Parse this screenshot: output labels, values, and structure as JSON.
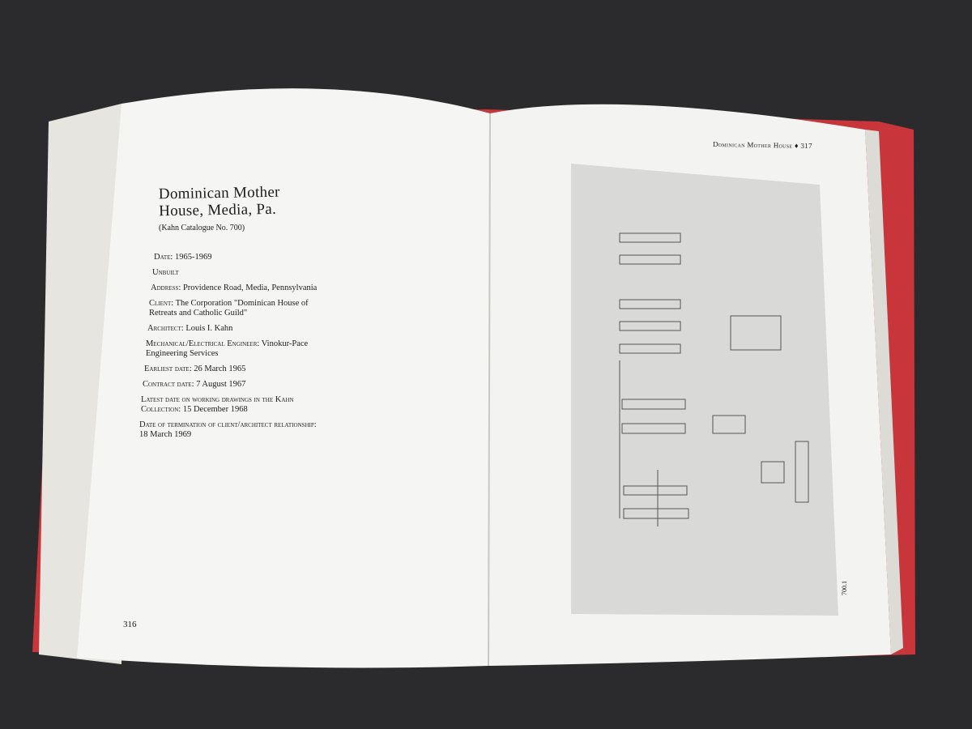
{
  "left_page": {
    "title_line1": "Dominican Mother",
    "title_line2": "House, Media, Pa.",
    "catalogue": "(Kahn Catalogue No. 700)",
    "entries": [
      {
        "label": "Date:",
        "value": " 1965-1969"
      },
      {
        "label": "Unbuilt",
        "value": ""
      },
      {
        "label": "Address:",
        "value": " Providence Road, Media, Pennsylvania"
      },
      {
        "label": "Client:",
        "value": " The Corporation \"Dominican House of Retreats and Catholic Guild\""
      },
      {
        "label": "Architect:",
        "value": " Louis I. Kahn"
      },
      {
        "label": "Mechanical/Electrical Engineer:",
        "value": " Vinokur-Pace Engineering Services"
      },
      {
        "label": "Earliest date:",
        "value": " 26 March 1965"
      },
      {
        "label": "Contract date:",
        "value": " 7 August 1967"
      },
      {
        "label": "Latest date on working drawings in the Kahn Collection:",
        "value": " 15 December 1968"
      },
      {
        "label": "Date of termination of client/architect relationship:",
        "value": " 18 March 1969"
      }
    ],
    "page_number": "316"
  },
  "right_page": {
    "running_header": "Dominican Mother House  ♦  317",
    "figure_number": "700.1"
  },
  "colors": {
    "background": "#2b2b2d",
    "cover": "#c8353a",
    "page": "#f4f4f2",
    "drawing": "#d9d9d7"
  }
}
